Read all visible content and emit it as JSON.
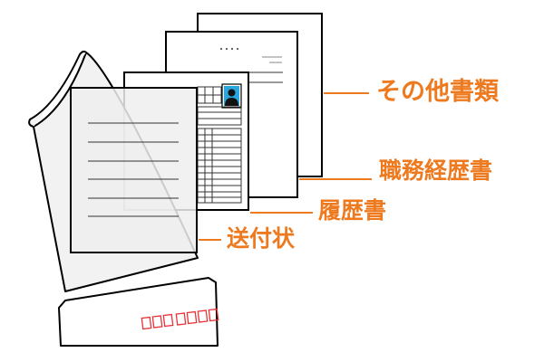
{
  "labels": {
    "other_documents": "その他書類",
    "career_history": "職務経歴書",
    "resume": "履歴書",
    "cover_letter": "送付状"
  },
  "colors": {
    "accent": "#ee7a1f",
    "stamp_red": "#e8343a",
    "photo_blue": "#29a6dd",
    "line": "#000000",
    "clear_file": "#eeeeee"
  },
  "icons": {
    "photo": "person-silhouette-icon",
    "envelope": "envelope-icon",
    "postal_code_boxes": "postal-code-boxes"
  }
}
